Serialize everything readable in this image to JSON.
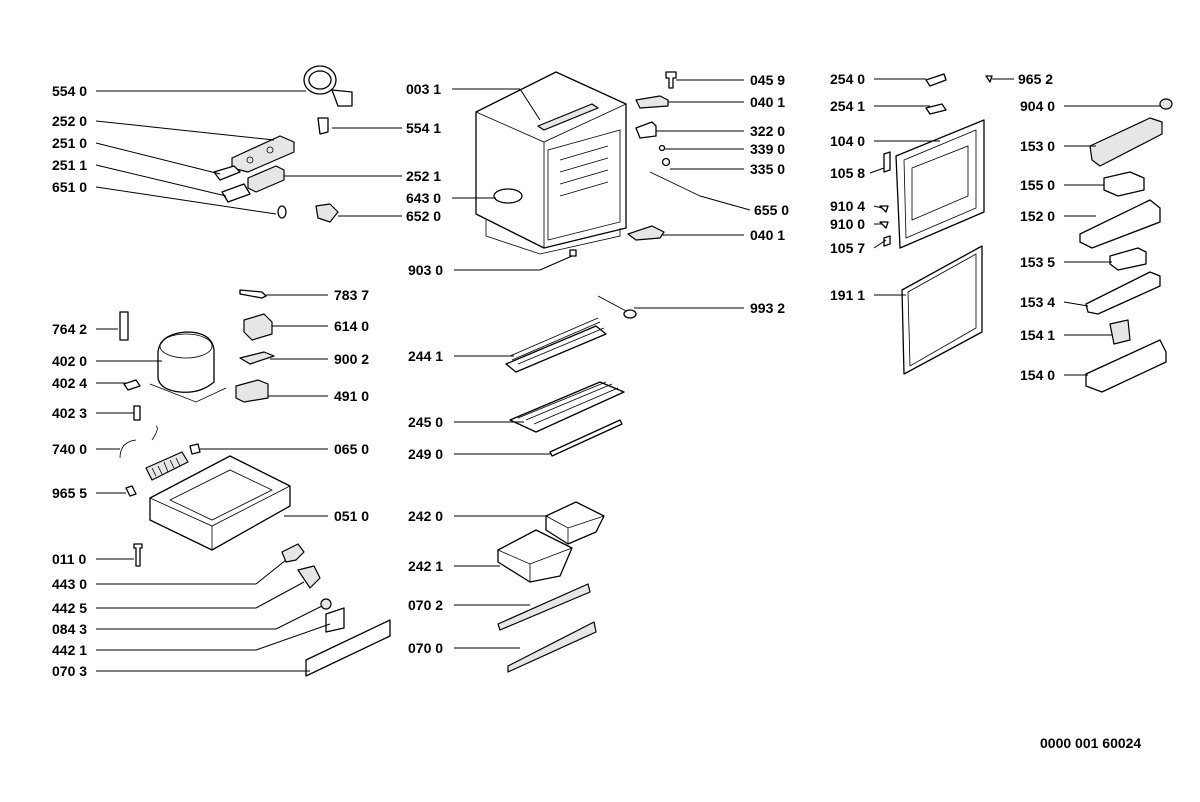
{
  "diagram": {
    "reference_number": "0000 001 60024",
    "parts": [
      {
        "id": "p5540",
        "label": "554 0"
      },
      {
        "id": "p2520",
        "label": "252 0"
      },
      {
        "id": "p2510",
        "label": "251 0"
      },
      {
        "id": "p2511",
        "label": "251 1"
      },
      {
        "id": "p6510",
        "label": "651 0"
      },
      {
        "id": "p5541",
        "label": "554 1"
      },
      {
        "id": "p2521",
        "label": "252 1"
      },
      {
        "id": "p6430",
        "label": "643 0"
      },
      {
        "id": "p6520",
        "label": "652 0"
      },
      {
        "id": "p0031",
        "label": "003 1"
      },
      {
        "id": "p9030",
        "label": "903 0"
      },
      {
        "id": "p0459",
        "label": "045 9"
      },
      {
        "id": "p0401a",
        "label": "040 1"
      },
      {
        "id": "p3220",
        "label": "322 0"
      },
      {
        "id": "p3390",
        "label": "339 0"
      },
      {
        "id": "p3350",
        "label": "335 0"
      },
      {
        "id": "p6550",
        "label": "655 0"
      },
      {
        "id": "p0401b",
        "label": "040 1"
      },
      {
        "id": "p7837",
        "label": "783 7"
      },
      {
        "id": "p9932",
        "label": "993 2"
      },
      {
        "id": "p7642",
        "label": "764 2"
      },
      {
        "id": "p6140",
        "label": "614 0"
      },
      {
        "id": "p4020",
        "label": "402 0"
      },
      {
        "id": "p9002",
        "label": "900 2"
      },
      {
        "id": "p4024",
        "label": "402 4"
      },
      {
        "id": "p4910",
        "label": "491 0"
      },
      {
        "id": "p4023",
        "label": "402 3"
      },
      {
        "id": "p7400",
        "label": "740 0"
      },
      {
        "id": "p0650",
        "label": "065 0"
      },
      {
        "id": "p9655",
        "label": "965 5"
      },
      {
        "id": "p0510",
        "label": "051 0"
      },
      {
        "id": "p0110",
        "label": "011 0"
      },
      {
        "id": "p4430",
        "label": "443 0"
      },
      {
        "id": "p4425",
        "label": "442 5"
      },
      {
        "id": "p0843",
        "label": "084 3"
      },
      {
        "id": "p4421",
        "label": "442 1"
      },
      {
        "id": "p0703",
        "label": "070 3"
      },
      {
        "id": "p2441",
        "label": "244 1"
      },
      {
        "id": "p2450",
        "label": "245 0"
      },
      {
        "id": "p2490",
        "label": "249 0"
      },
      {
        "id": "p2420",
        "label": "242 0"
      },
      {
        "id": "p2421",
        "label": "242 1"
      },
      {
        "id": "p0702",
        "label": "070 2"
      },
      {
        "id": "p0700",
        "label": "070 0"
      },
      {
        "id": "p2540",
        "label": "254 0"
      },
      {
        "id": "p9652",
        "label": "965 2"
      },
      {
        "id": "p2541",
        "label": "254 1"
      },
      {
        "id": "p9040",
        "label": "904 0"
      },
      {
        "id": "p1040",
        "label": "104 0"
      },
      {
        "id": "p1530",
        "label": "153 0"
      },
      {
        "id": "p1058",
        "label": "105 8"
      },
      {
        "id": "p1550",
        "label": "155 0"
      },
      {
        "id": "p9104",
        "label": "910 4"
      },
      {
        "id": "p1520",
        "label": "152 0"
      },
      {
        "id": "p9100",
        "label": "910 0"
      },
      {
        "id": "p1057",
        "label": "105 7"
      },
      {
        "id": "p1535",
        "label": "153 5"
      },
      {
        "id": "p1911",
        "label": "191 1"
      },
      {
        "id": "p1534",
        "label": "153 4"
      },
      {
        "id": "p1541",
        "label": "154 1"
      },
      {
        "id": "p1540",
        "label": "154 0"
      }
    ]
  }
}
